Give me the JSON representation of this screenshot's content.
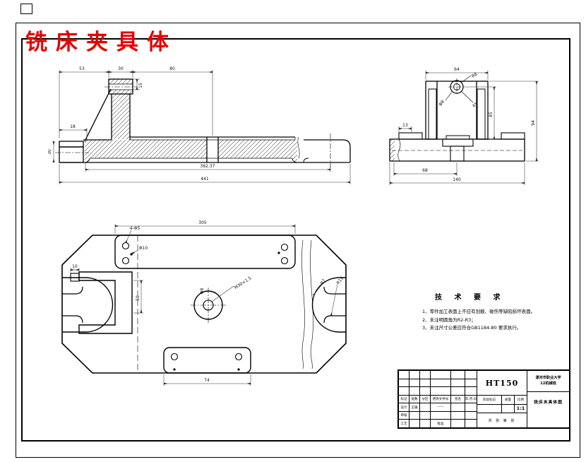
{
  "title": {
    "text": "铣床夹具体"
  },
  "colors": {
    "title_red": "#e50000",
    "line": "#000000",
    "dim": "#333333"
  },
  "front": {
    "dims": {
      "d53": "53",
      "d30": "30",
      "d80": "80",
      "d15": "15",
      "d18": "18",
      "dh30": "30",
      "d362": "362.37",
      "d441": "441"
    }
  },
  "side": {
    "dims": {
      "d64": "64",
      "d13": "13",
      "d68": "68",
      "d140": "140",
      "d85": "85",
      "d94": "94"
    },
    "labels": {
      "ur": "R8",
      "ll": "Φ8",
      "lr": "45°"
    }
  },
  "top": {
    "dims": {
      "d305": "305",
      "d10": "10",
      "d50": "50",
      "d74": "74"
    },
    "labels": {
      "holes": "4-Φ5",
      "cbore": "Φ10",
      "center_d": "Φ8",
      "center_t": "M30×1.5",
      "r1": "R7",
      "r2": "R12"
    }
  },
  "tech": {
    "title": "技 术 要 求",
    "items": [
      "1、零件加工表面上不应有划痕、碰伤等缺陷损坏表面。",
      "2、未注明圆角为R2-R3；",
      "3、未注尺寸公差应符合GB1184-80 要求执行。"
    ]
  },
  "tb": {
    "material": "HT150",
    "org1": "漯河市职业大学",
    "org2": "12机械班",
    "drawing": "铣床夹具体图",
    "headers": [
      "标记",
      "处数",
      "分区",
      "更改文件号",
      "签名",
      "年.月.日"
    ],
    "r_design": "设计",
    "v_designer": "王珊",
    "v_sig": "——",
    "r_check": "审核",
    "r_craft": "工艺",
    "r_approve": "批准",
    "stage": "阶段标记",
    "weight": "质量",
    "scale": "比例",
    "scale_v": "1:1",
    "sheet": "共  张  第  张"
  }
}
